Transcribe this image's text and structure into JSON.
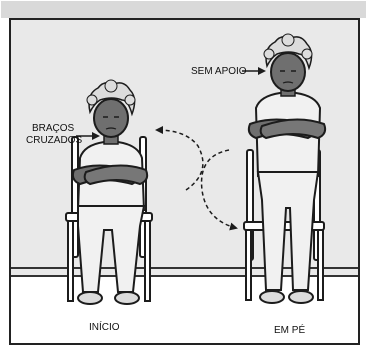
{
  "labels": {
    "crossed_arms": [
      "BRAÇOS",
      "CRUZADOS"
    ],
    "no_support": "SEM APOIO",
    "start": "INÍCIO",
    "standing": "EM PÉ"
  },
  "colors": {
    "background": "#e9e9e9",
    "frame": "#222222",
    "skin": "#6f6f6f",
    "hair": "#dcdcdc",
    "clothing": "#f1f1f1",
    "chair": "#ffffff",
    "line": "#1c1c1c"
  },
  "figures": [
    {
      "name": "seated-elder",
      "pose": "sitting",
      "arms": "crossed"
    },
    {
      "name": "standing-elder",
      "pose": "standing",
      "arms": "crossed"
    }
  ],
  "icons": [
    "curved-dashed-arrow",
    "curved-dashed-arrow"
  ]
}
